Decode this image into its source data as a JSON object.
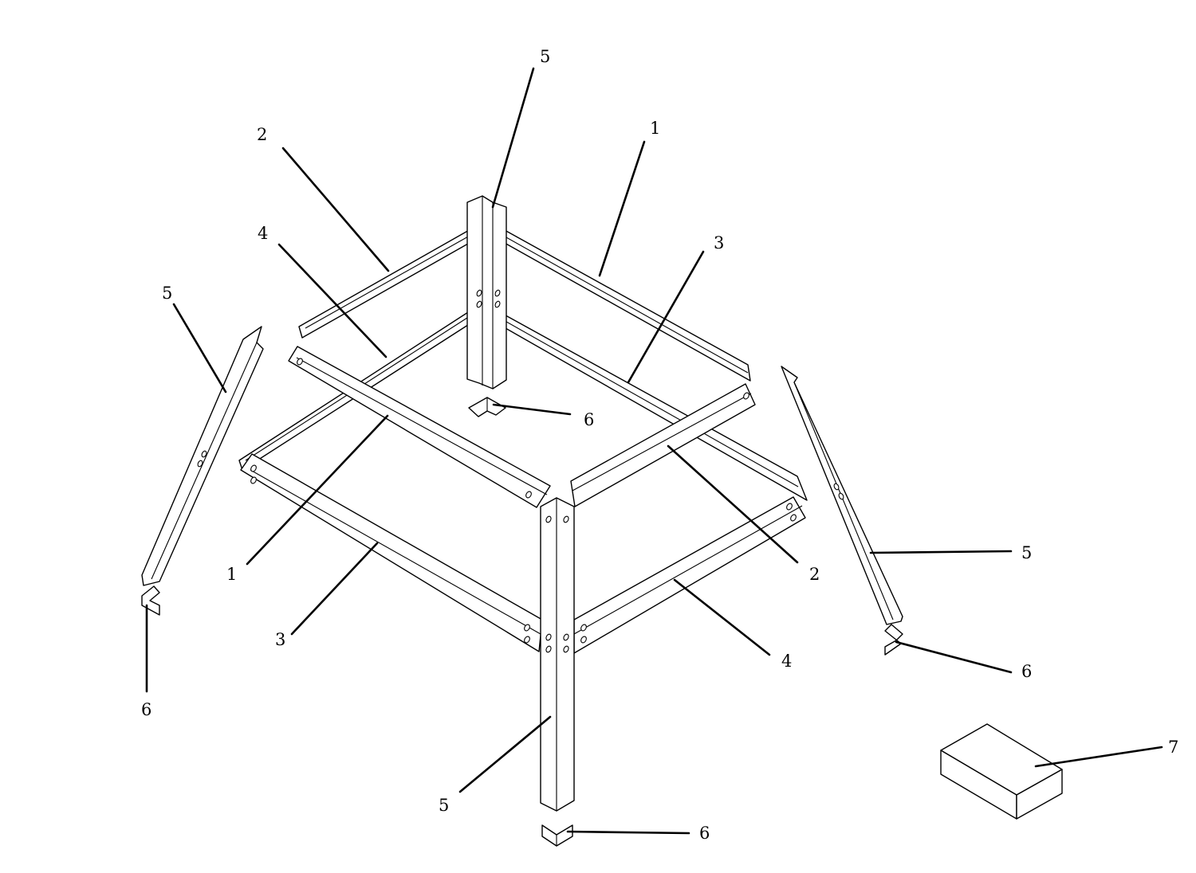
{
  "diagram": {
    "callouts": [
      {
        "id": "c-5-top",
        "text": "5"
      },
      {
        "id": "c-2-top",
        "text": "2"
      },
      {
        "id": "c-1-top",
        "text": "1"
      },
      {
        "id": "c-4-top",
        "text": "4"
      },
      {
        "id": "c-3-top",
        "text": "3"
      },
      {
        "id": "c-5-left",
        "text": "5"
      },
      {
        "id": "c-6-center",
        "text": "6"
      },
      {
        "id": "c-1-left",
        "text": "1"
      },
      {
        "id": "c-2-right",
        "text": "2"
      },
      {
        "id": "c-5-right",
        "text": "5"
      },
      {
        "id": "c-3-bottom",
        "text": "3"
      },
      {
        "id": "c-4-bottom",
        "text": "4"
      },
      {
        "id": "c-6-right",
        "text": "6"
      },
      {
        "id": "c-6-left",
        "text": "6"
      },
      {
        "id": "c-7",
        "text": "7"
      },
      {
        "id": "c-5-bottom",
        "text": "5"
      },
      {
        "id": "c-6-bottom",
        "text": "6"
      }
    ]
  }
}
